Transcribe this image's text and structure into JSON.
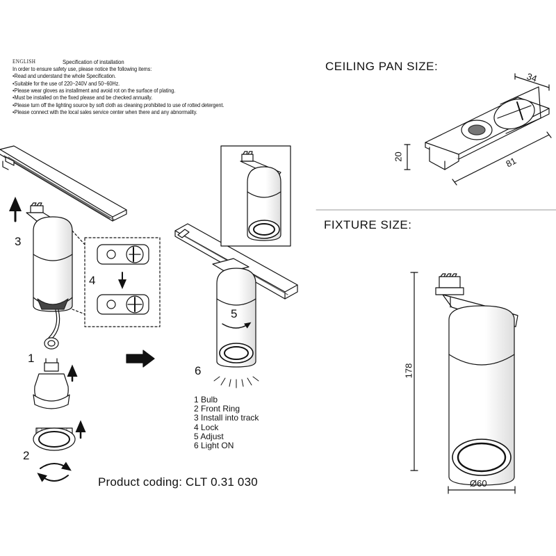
{
  "spec": {
    "language": "ENGLISH",
    "title": "Specification of installation",
    "lines": [
      "In order to ensure safety use, please notice the following items:",
      "•Read and understand the whole Specification.",
      "•Suitable for the use of 220~240V and 50~60Hz.",
      "•Please wear gloves as installment and avoid rot on the surface of plating.",
      "•Must be installed on the fixed please and be checked annually.",
      "•Please turn off the lighting source by soft cloth as cleaning prohibited to use of rotted detergent.",
      "•Please connect with the local sales service center when there and any abnormality."
    ]
  },
  "ceiling_pan": {
    "title": "CEILING PAN SIZE:",
    "width": "34",
    "height": "20",
    "length": "81"
  },
  "fixture": {
    "title": "FIXTURE SIZE:",
    "height": "178",
    "diameter": "Ø60"
  },
  "steps": {
    "s1": "1",
    "s2": "2",
    "s3": "3",
    "s4": "4",
    "s5": "5",
    "s6": "6"
  },
  "legend": [
    "1 Bulb",
    "2 Front Ring",
    "3 Install into track",
    "4 Lock",
    "5 Adjust",
    "6 Light ON"
  ],
  "product_coding": "Product coding: CLT 0.31 030"
}
